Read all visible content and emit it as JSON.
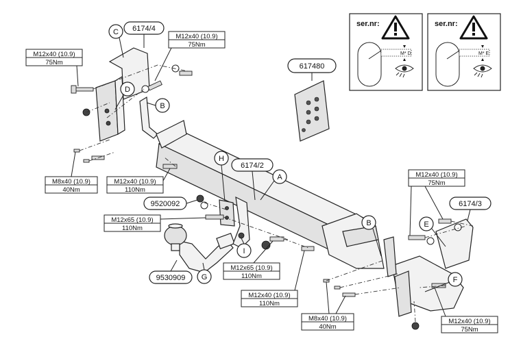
{
  "warning_panels": [
    {
      "label": "ser.nr:",
      "plate_text": "M* D"
    },
    {
      "label": "ser.nr:",
      "plate_text": "M* E"
    }
  ],
  "part_numbers": {
    "bracket_left": "6174/4",
    "main_beam": "6174/2",
    "bracket_right": "6174/3",
    "electric_kit": "617480",
    "tow_ball": "9530909",
    "socket_plate": "9520092"
  },
  "callouts": [
    "A",
    "B",
    "B",
    "C",
    "D",
    "E",
    "F",
    "G",
    "H",
    "I"
  ],
  "specs": [
    {
      "bolt": "M12x40 (10.9)",
      "torque": "75Nm"
    },
    {
      "bolt": "M12x40 (10.9)",
      "torque": "75Nm"
    },
    {
      "bolt": "M8x40 (10.9)",
      "torque": "40Nm"
    },
    {
      "bolt": "M12x40 (10.9)",
      "torque": "110Nm"
    },
    {
      "bolt": "M12x65 (10.9)",
      "torque": "110Nm"
    },
    {
      "bolt": "M12x65 (10.9)",
      "torque": "110Nm"
    },
    {
      "bolt": "M12x40 (10.9)",
      "torque": "110Nm"
    },
    {
      "bolt": "M8x40 (10.9)",
      "torque": "40Nm"
    },
    {
      "bolt": "M12x40 (10.9)",
      "torque": "75Nm"
    },
    {
      "bolt": "M12x40 (10.9)",
      "torque": "75Nm"
    }
  ]
}
